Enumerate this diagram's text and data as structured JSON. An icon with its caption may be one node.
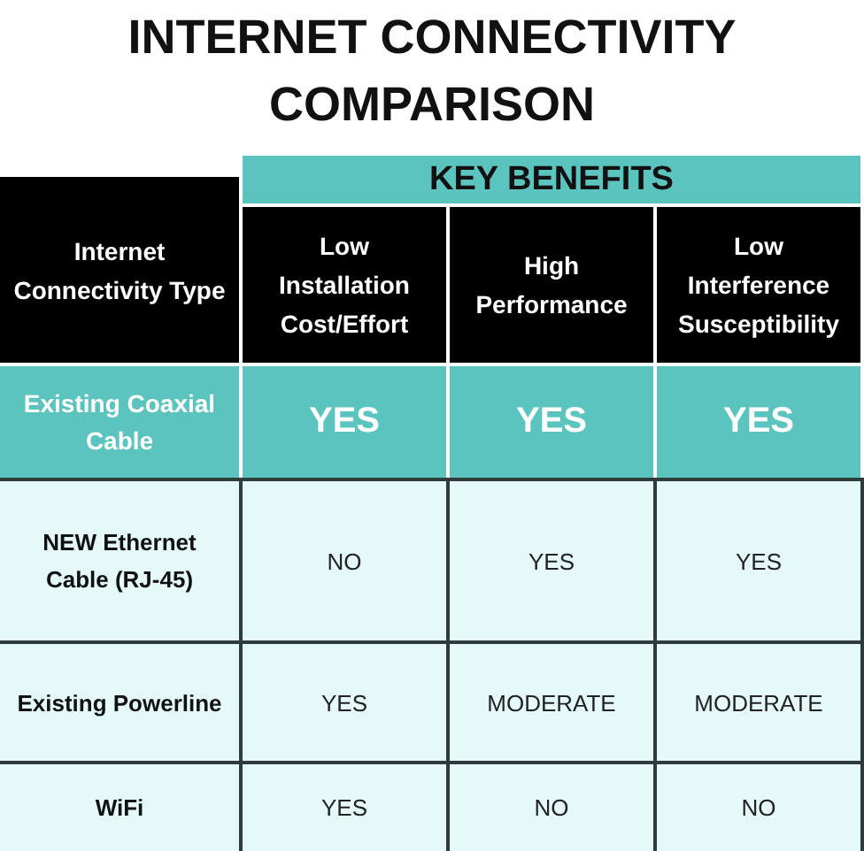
{
  "diagram": {
    "title": "INTERNET CONNECTIVITY COMPARISON",
    "labels": [
      "KEY BENEFITS",
      "Internet Connectivity Type",
      "Low Installation Cost/Effort",
      "High Performance",
      "Low Interference Susceptibility",
      "Existing Coaxial Cable",
      "YES",
      "YES",
      "YES",
      "NEW Ethernet Cable (RJ-45)",
      "NO",
      "YES",
      "YES",
      "Existing Powerline",
      "YES",
      "MODERATE",
      "MODERATE",
      "WiFi",
      "YES",
      "NO",
      "NO"
    ]
  }
}
